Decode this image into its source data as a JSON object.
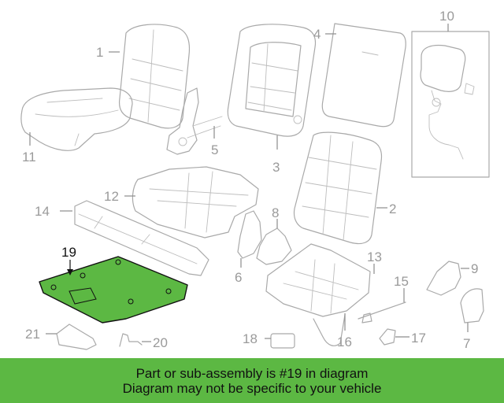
{
  "parts": {
    "p1": "1",
    "p2": "2",
    "p3": "3",
    "p4": "4",
    "p5": "5",
    "p6": "6",
    "p7": "7",
    "p8": "8",
    "p9": "9",
    "p10": "10",
    "p11": "11",
    "p12": "12",
    "p13": "13",
    "p14": "14",
    "p15": "15",
    "p16": "16",
    "p17": "17",
    "p18": "18",
    "p19": "19",
    "p20": "20",
    "p21": "21"
  },
  "highlighted_part": "19",
  "colors": {
    "highlight": "#5cb843",
    "outline": "#a9a9a9",
    "highlight_outline": "#111111"
  },
  "footer": {
    "line1": "Part or sub-assembly is #19 in diagram",
    "line2": "Diagram may not be specific to your vehicle"
  }
}
